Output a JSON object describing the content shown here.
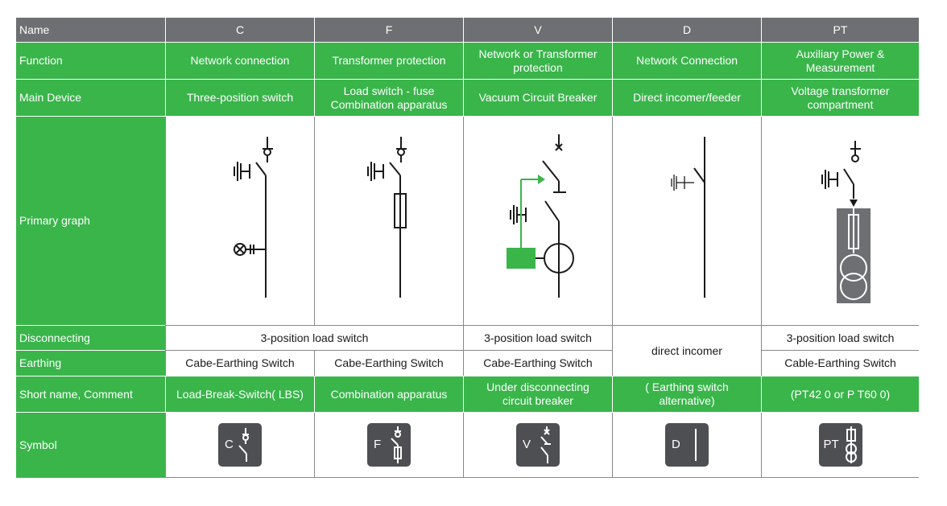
{
  "header": {
    "label": "Name",
    "columns": [
      "C",
      "F",
      "V",
      "D",
      "PT"
    ]
  },
  "function": {
    "label": "Function",
    "values": [
      "Network connection",
      "Transformer protection",
      "Network or Transformer protection",
      "Network Connection",
      "Auxiliary Power & Measurement"
    ]
  },
  "main_device": {
    "label": "Main Device",
    "values": [
      "Three-position switch",
      "Load switch - fuse Combination apparatus",
      "Vacuum Circuit Breaker",
      "Direct incomer/feeder",
      "Voltage transformer compartment"
    ]
  },
  "primary_graph": {
    "label": "Primary graph"
  },
  "disconnecting": {
    "label": "Disconnecting",
    "cf_value": "3-position load switch",
    "v_value": "3-position load switch",
    "pt_value": "3-position load switch"
  },
  "earthing": {
    "label": "Earthing",
    "c_value": "Cabe-Earthing Switch",
    "f_value": "Cabe-Earthing Switch",
    "v_value": "Cabe-Earthing Switch",
    "pt_value": "Cable-Earthing Switch"
  },
  "d_merged": "direct incomer",
  "short_name": {
    "label": "Short name, Comment",
    "values": [
      "Load-Break-Switch( LBS)",
      "Combination apparatus",
      "Under disconnecting circuit breaker",
      "( Earthing switch alternative)",
      "(PT42 0 or P T60 0)"
    ]
  },
  "symbol": {
    "label": "Symbol",
    "letters": [
      "C",
      "F",
      "V",
      "D",
      "PT"
    ],
    "icons": [
      "load-break-switch-icon",
      "fuse-switch-icon",
      "circuit-breaker-icon",
      "direct-incomer-icon",
      "voltage-transformer-icon"
    ]
  },
  "colors": {
    "header": "#6d6f72",
    "green": "#39b54a",
    "symbol_bg": "#4d4f52",
    "line": "#1a1a1a"
  }
}
